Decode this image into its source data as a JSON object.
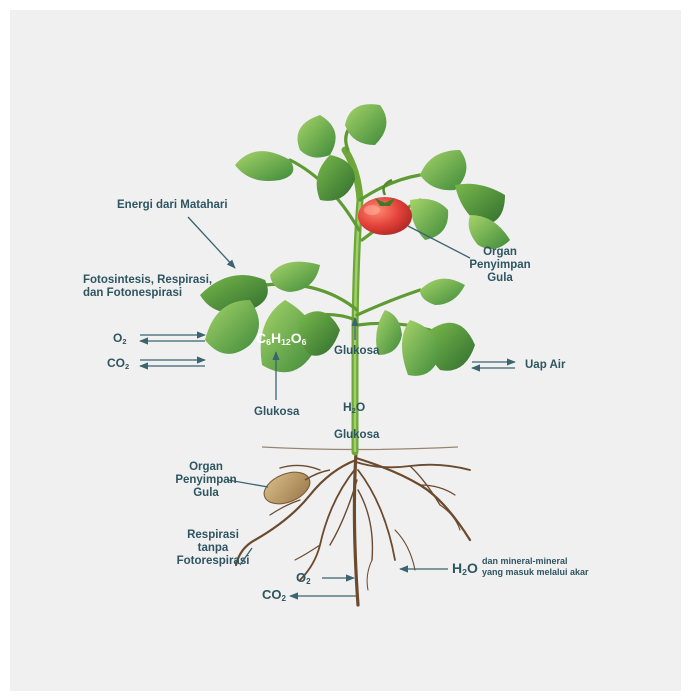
{
  "labels": {
    "energy": "Energi dari Matahari",
    "process_1": "Fotosintesis, Respirasi,",
    "process_2": "dan Fotonespirasi",
    "o2_left": "O",
    "o2_left_sub": "2",
    "co2_left": "CO",
    "co2_left_sub": "2",
    "formula_c": "C",
    "formula_c_sub": "6",
    "formula_h": "H",
    "formula_h_sub": "12",
    "formula_o": "O",
    "formula_o_sub": "6",
    "glucose_leaf": "Glukosa",
    "glucose_stem": "Glukosa",
    "water_h": "H",
    "water_h_sub": "2",
    "water_o": "O",
    "glucose_base": "Glukosa",
    "organ_top_1": "Organ",
    "organ_top_2": "Penyimpan",
    "organ_top_3": "Gula",
    "vapor": "Uap Air",
    "organ_root_1": "Organ",
    "organ_root_2": "Penyimpan",
    "organ_root_3": "Gula",
    "resp_1": "Respirasi",
    "resp_2": "tanpa",
    "resp_3": "Fotorespirasi",
    "o2_root": "O",
    "o2_root_sub": "2",
    "co2_root": "CO",
    "co2_root_sub": "2",
    "h2o_root": "H",
    "h2o_root_sub": "2",
    "h2o_root_o": "O",
    "minerals_1": "dan mineral-mineral",
    "minerals_2": "yang masuk melalui akar"
  },
  "colors": {
    "background": "#f0f0f1",
    "label": "#2e5560",
    "arrow": "#3a6470",
    "leaf_dark": "#3f8a3a",
    "leaf_light": "#8fc95a",
    "stem": "#6ea63a",
    "tomato": "#e2413a",
    "root": "#6b4a2e",
    "tuber": "#b89560"
  },
  "icons": [
    "plant-illustration",
    "tomato-fruit",
    "root-system",
    "storage-tuber"
  ]
}
